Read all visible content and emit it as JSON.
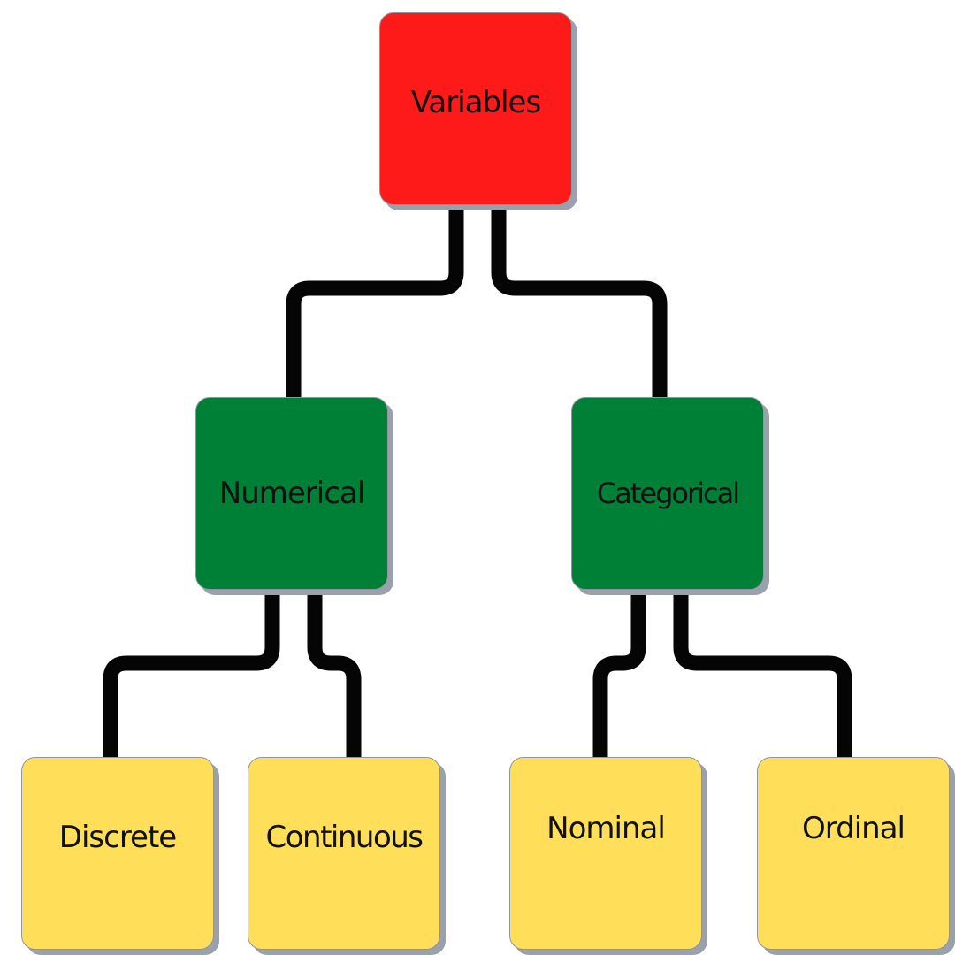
{
  "diagram": {
    "nodes": {
      "root": {
        "label": "Variables",
        "color": "#ff1a1a"
      },
      "numerical": {
        "label": "Numerical",
        "color": "#008037"
      },
      "categorical": {
        "label": "Categorical",
        "color": "#008037"
      },
      "discrete": {
        "label": "Discrete",
        "color": "#ffde59"
      },
      "continuous": {
        "label": "Continuous",
        "color": "#ffde59"
      },
      "nominal": {
        "label": "Nominal",
        "color": "#ffde59"
      },
      "ordinal": {
        "label": "Ordinal",
        "color": "#ffde59"
      }
    },
    "edges": [
      {
        "from": "root",
        "to": "numerical"
      },
      {
        "from": "root",
        "to": "categorical"
      },
      {
        "from": "numerical",
        "to": "discrete"
      },
      {
        "from": "numerical",
        "to": "continuous"
      },
      {
        "from": "categorical",
        "to": "nominal"
      },
      {
        "from": "categorical",
        "to": "ordinal"
      }
    ],
    "connector_color": "#050505"
  }
}
